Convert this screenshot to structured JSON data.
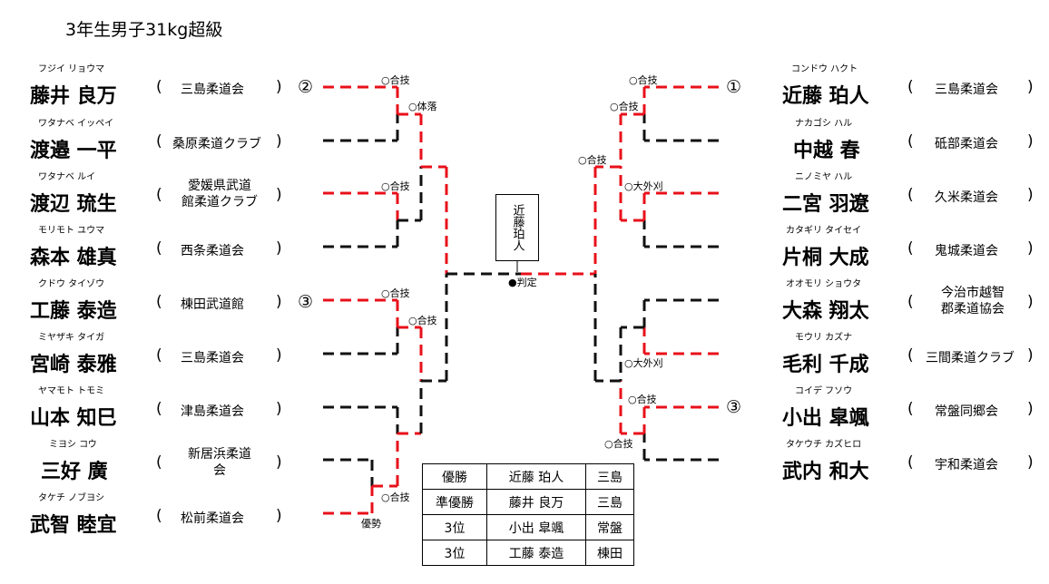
{
  "title": "3年生男子31kg超級",
  "left": [
    {
      "kana": "フジイ リョウマ",
      "name": "藤井 良万",
      "club": "三島柔道会",
      "seed": "②"
    },
    {
      "kana": "ワタナベ イッペイ",
      "name": "渡邉 一平",
      "club": "桑原柔道クラブ",
      "seed": ""
    },
    {
      "kana": "ワタナベ ルイ",
      "name": "渡辺 琉生",
      "club1": "愛媛県武道",
      "club2": "館柔道クラブ",
      "seed": ""
    },
    {
      "kana": "モリモト ユウマ",
      "name": "森本 雄真",
      "club": "西条柔道会",
      "seed": ""
    },
    {
      "kana": "クドウ タイゾウ",
      "name": "工藤 泰造",
      "club": "棟田武道館",
      "seed": "③"
    },
    {
      "kana": "ミヤザキ タイガ",
      "name": "宮崎 泰雅",
      "club": "三島柔道会",
      "seed": ""
    },
    {
      "kana": "ヤマモト トモミ",
      "name": "山本 知巳",
      "club": "津島柔道会",
      "seed": ""
    },
    {
      "kana": "ミヨシ コウ",
      "name": "三好 廣",
      "club1": "新居浜柔道",
      "club2": "会",
      "seed": ""
    },
    {
      "kana": "タケチ ノブヨシ",
      "name": "武智 睦宜",
      "club": "松前柔道会",
      "seed": ""
    }
  ],
  "right": [
    {
      "kana": "コンドウ ハクト",
      "name": "近藤 珀人",
      "club": "三島柔道会",
      "seed": "①"
    },
    {
      "kana": "ナカゴシ ハル",
      "name": "中越 春",
      "club": "砥部柔道会",
      "seed": ""
    },
    {
      "kana": "ニノミヤ ハル",
      "name": "二宮 羽遼",
      "club": "久米柔道会",
      "seed": ""
    },
    {
      "kana": "カタギリ タイセイ",
      "name": "片桐 大成",
      "club": "鬼城柔道会",
      "seed": ""
    },
    {
      "kana": "オオモリ ショウタ",
      "name": "大森 翔太",
      "club1": "今治市越智",
      "club2": "郡柔道協会",
      "seed": ""
    },
    {
      "kana": "モウリ カズナ",
      "name": "毛利 千成",
      "club": "三間柔道クラブ",
      "seed": ""
    },
    {
      "kana": "コイデ フソウ",
      "name": "小出 皐颯",
      "club": "常盤同郷会",
      "seed": "③"
    },
    {
      "kana": "タケウチ カズヒロ",
      "name": "武内 和大",
      "club": "宇和柔道会",
      "seed": ""
    }
  ],
  "paren_open": "(",
  "paren_close": ")",
  "results_labels": {
    "l1": "○合技",
    "l2": "○体落",
    "l3": "○合技",
    "l4": "○合技",
    "l5": "○合技",
    "l6": "○合技",
    "l7": "優勢",
    "r1": "○合技",
    "r2": "○合技",
    "r3": "○合技",
    "r4": "○大外刈",
    "r5": "○大外刈",
    "r6": "○合技",
    "r7": "○合技",
    "final": "●判定"
  },
  "champion": "近藤珀人",
  "results": [
    {
      "rank": "優勝",
      "name": "近藤 珀人",
      "club": "三島"
    },
    {
      "rank": "準優勝",
      "name": "藤井 良万",
      "club": "三島"
    },
    {
      "rank": "3位",
      "name": "小出 皐颯",
      "club": "常盤"
    },
    {
      "rank": "3位",
      "name": "工藤 泰造",
      "club": "棟田"
    }
  ],
  "colors": {
    "win": "#e8101a",
    "loss": "#111111"
  }
}
